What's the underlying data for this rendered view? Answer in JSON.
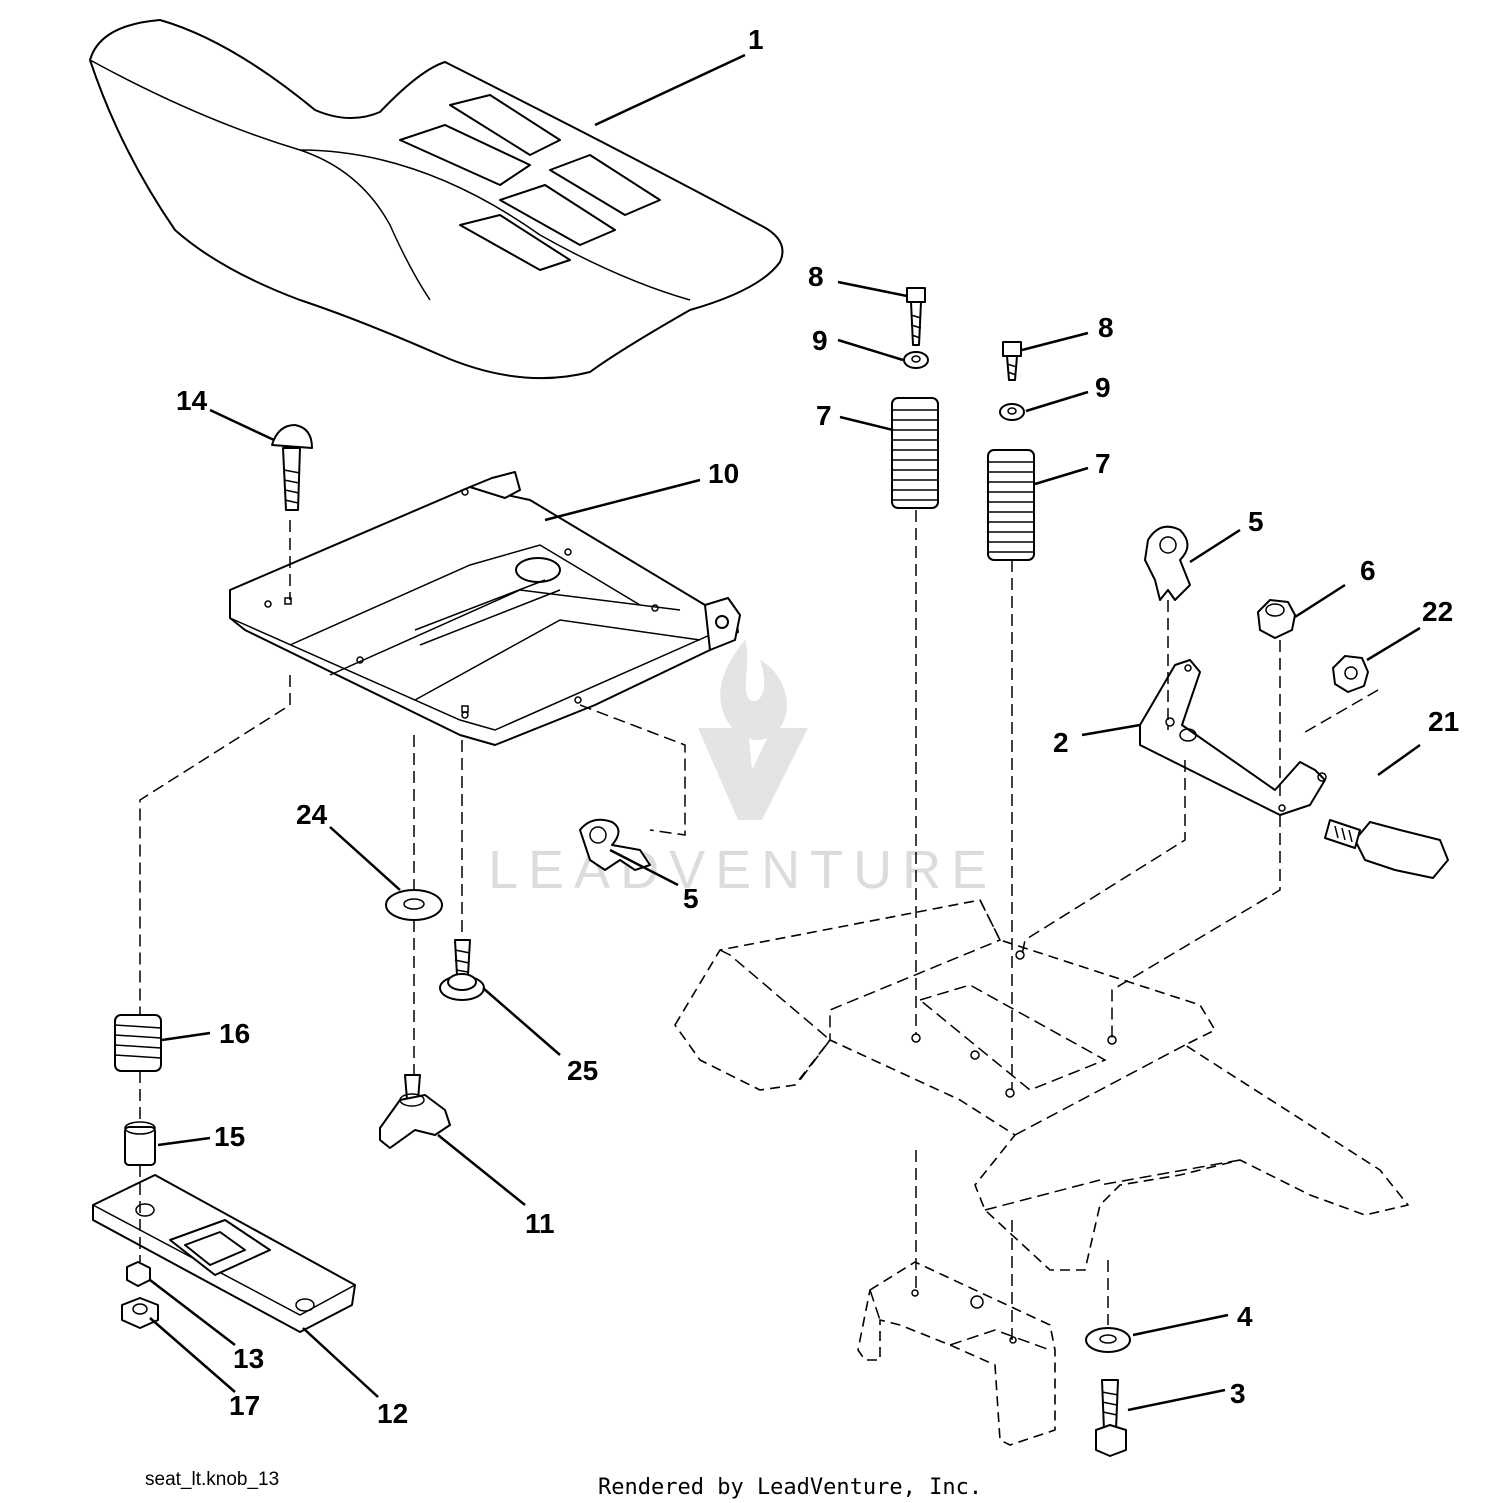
{
  "callouts": [
    {
      "id": "c1",
      "label": "1"
    },
    {
      "id": "c2",
      "label": "2"
    },
    {
      "id": "c3",
      "label": "3"
    },
    {
      "id": "c4",
      "label": "4"
    },
    {
      "id": "c5a",
      "label": "5"
    },
    {
      "id": "c5b",
      "label": "5"
    },
    {
      "id": "c6",
      "label": "6"
    },
    {
      "id": "c7a",
      "label": "7"
    },
    {
      "id": "c7b",
      "label": "7"
    },
    {
      "id": "c8a",
      "label": "8"
    },
    {
      "id": "c8b",
      "label": "8"
    },
    {
      "id": "c9a",
      "label": "9"
    },
    {
      "id": "c9b",
      "label": "9"
    },
    {
      "id": "c10",
      "label": "10"
    },
    {
      "id": "c11",
      "label": "11"
    },
    {
      "id": "c12",
      "label": "12"
    },
    {
      "id": "c13",
      "label": "13"
    },
    {
      "id": "c14",
      "label": "14"
    },
    {
      "id": "c15",
      "label": "15"
    },
    {
      "id": "c16",
      "label": "16"
    },
    {
      "id": "c17",
      "label": "17"
    },
    {
      "id": "c21",
      "label": "21"
    },
    {
      "id": "c22",
      "label": "22"
    },
    {
      "id": "c24",
      "label": "24"
    },
    {
      "id": "c25",
      "label": "25"
    }
  ],
  "footer": {
    "drawing_id": "seat_lt.knob_13",
    "credit": "Rendered by LeadVenture, Inc."
  },
  "watermark": {
    "text": "LEADVENTURE"
  },
  "colors": {
    "line": "#000000",
    "background": "#ffffff",
    "watermark": "#dcdcdc"
  }
}
